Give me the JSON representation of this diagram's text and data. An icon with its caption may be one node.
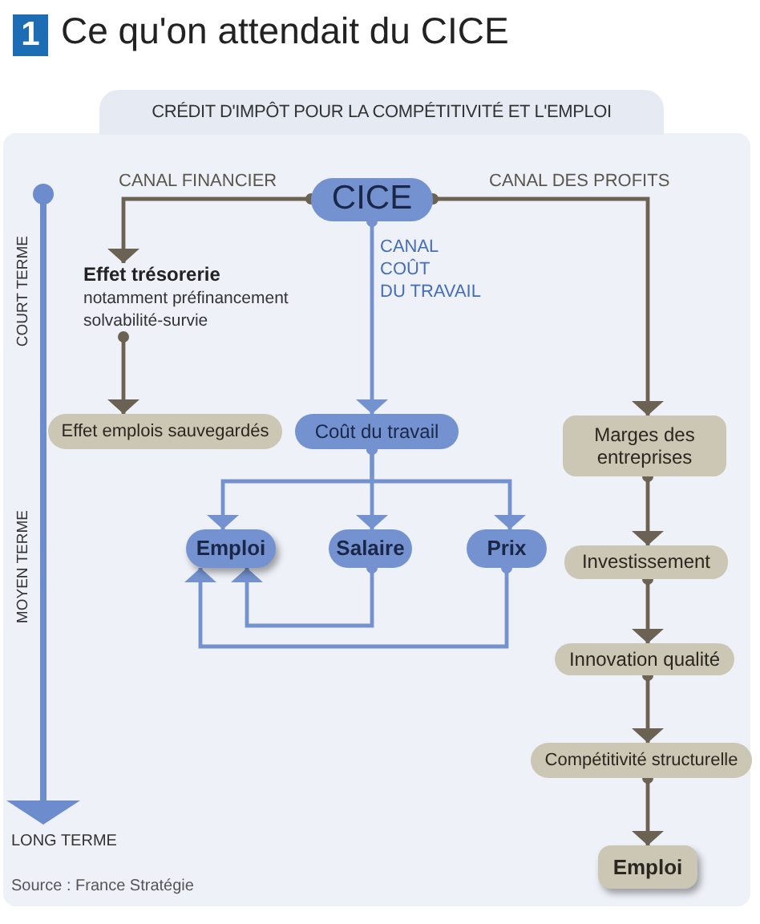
{
  "diagram": {
    "title": "Ce qu'on attendait du CICE",
    "caption": "Source : France Stratégie",
    "nodes": [
      {
        "text": [
          "CICE"
        ]
      },
      {
        "text": [
          "Effet trésorerie",
          "notamment préfinancement solvabilité-survie"
        ]
      },
      {
        "text": [
          "Effet emplois sauvegardés"
        ]
      },
      {
        "text": [
          "Coût du travail"
        ]
      },
      {
        "text": [
          "Marges des entreprises"
        ]
      },
      {
        "text": [
          "Emploi"
        ]
      },
      {
        "text": [
          "Salaire"
        ]
      },
      {
        "text": [
          "Prix"
        ]
      },
      {
        "text": [
          "Investissement"
        ]
      },
      {
        "text": [
          "Innovation qualité"
        ]
      },
      {
        "text": [
          "Compétitivité structurelle"
        ]
      },
      {
        "text": [
          "Emploi"
        ]
      }
    ],
    "edges": [
      {
        "from": 0,
        "to": 1,
        "arrow": "to",
        "label": "CANAL FINANCIER"
      },
      {
        "from": 1,
        "to": 2,
        "arrow": "to"
      },
      {
        "from": 0,
        "to": 3,
        "arrow": "to",
        "label": "CANAL COÛT DU TRAVAIL",
        "color": "#7392cf"
      },
      {
        "from": 0,
        "to": 4,
        "arrow": "to",
        "label": "CANAL DES PROFITS"
      },
      {
        "from": 3,
        "to": 5,
        "arrow": "to",
        "color": "#7392cf"
      },
      {
        "from": 3,
        "to": 6,
        "arrow": "to",
        "color": "#7392cf"
      },
      {
        "from": 3,
        "to": 7,
        "arrow": "to",
        "color": "#7392cf"
      },
      {
        "from": 6,
        "to": 5,
        "arrow": "to",
        "color": "#7392cf"
      },
      {
        "from": 7,
        "to": 5,
        "arrow": "to",
        "color": "#7392cf"
      },
      {
        "from": 4,
        "to": 8,
        "arrow": "to"
      },
      {
        "from": 8,
        "to": 9,
        "arrow": "to"
      },
      {
        "from": 9,
        "to": 10,
        "arrow": "to"
      },
      {
        "from": 10,
        "to": 11,
        "arrow": "to"
      }
    ],
    "labels": [
      "1",
      "CRÉDIT D'IMPÔT POUR LA COMPÉTITIVITÉ ET L'EMPLOI",
      "COURT TERME",
      "MOYEN TERME",
      "LONG TERME"
    ]
  }
}
